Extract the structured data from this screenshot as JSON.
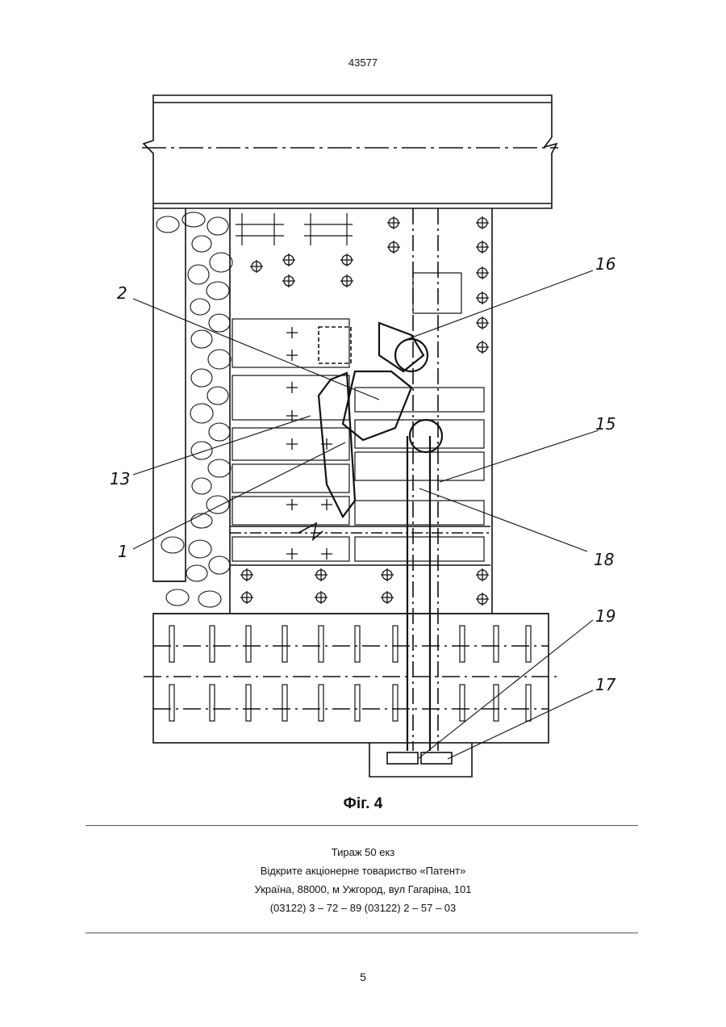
{
  "document": {
    "patent_number": "43577",
    "figure_caption": "Фіг. 4",
    "callouts": [
      "16",
      "2",
      "15",
      "13",
      "1",
      "18",
      "19",
      "17"
    ],
    "imprint": {
      "line1": "Тираж 50 екз",
      "line2": "Відкрите акціонерне товариство «Патент»",
      "line3": "Україна, 88000, м  Ужгород, вул  Гагаріна, 101",
      "line4": "(03122) 3 – 72 – 89  (03122) 2 – 57 – 03"
    },
    "page_number": "5"
  }
}
